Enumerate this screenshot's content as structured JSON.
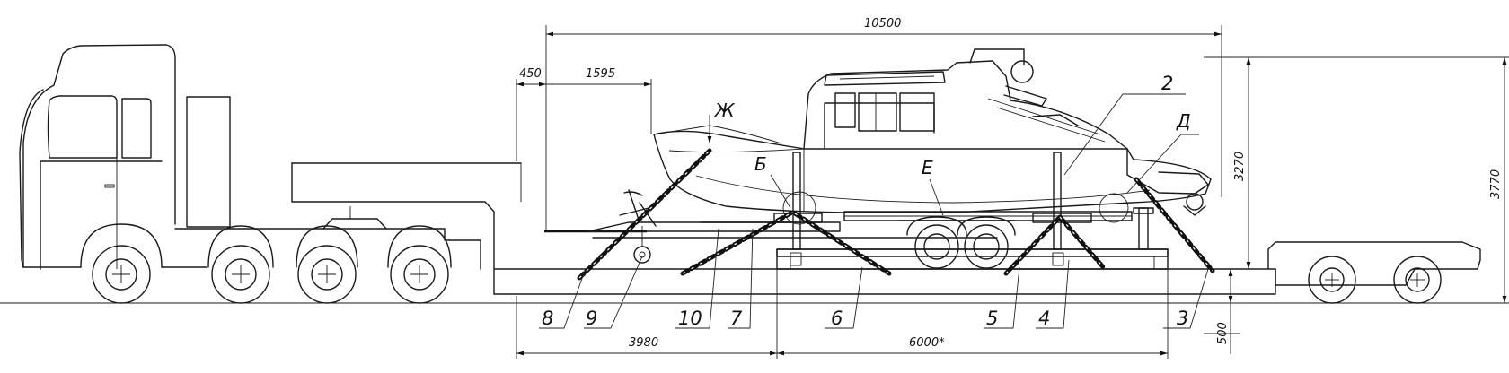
{
  "dimensions": {
    "total_length": "10500",
    "front_overhang": "450",
    "bow_offset": "1595",
    "front_to_cradle": "3980",
    "cradle_length": "6000*",
    "boat_height": "3270",
    "total_height": "3770",
    "deck_height": "500"
  },
  "callouts": [
    "2",
    "3",
    "4",
    "5",
    "6",
    "7",
    "8",
    "9",
    "10"
  ],
  "views": [
    "Б",
    "Д",
    "Е",
    "Ж"
  ]
}
